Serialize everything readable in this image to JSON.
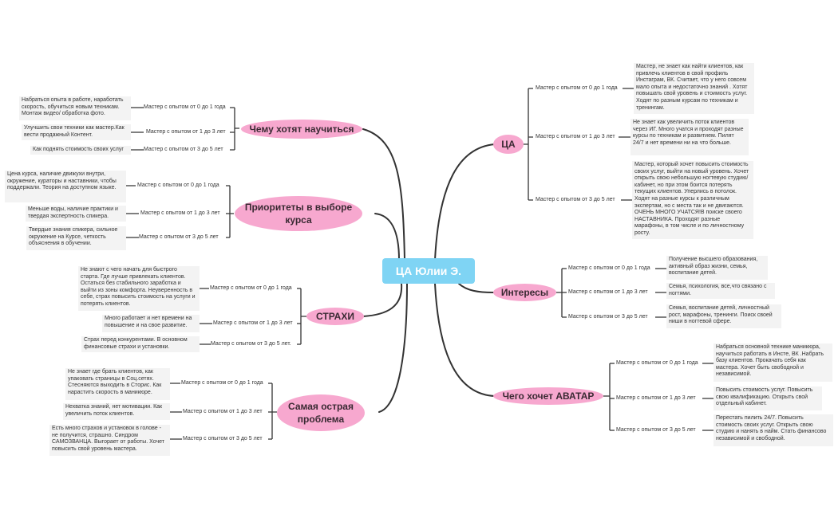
{
  "center": {
    "label": "ЦА Юлии Э."
  },
  "left": [
    {
      "title": "Чему хотят научиться",
      "items": [
        {
          "label": "Мастер с опытом от 0 до 1 года",
          "text": "Набраться опыта в работе, наработать скорость, обучиться новым техникам. Монтаж видео/ обработка фото."
        },
        {
          "label": "Мастер с опытом от 1 до 3 лет",
          "text": "Улучшить свои техники как мастер.Как вести продажный Контент."
        },
        {
          "label": "Мастер с опытом от 3 до 5 лет",
          "text": "Как поднять стоимость своих услуг"
        }
      ]
    },
    {
      "title": "Приоритеты в выборе курса",
      "items": [
        {
          "label": "Мастер с опытом от 0 до 1 года",
          "text": "Цена курса, наличие движухи внутри, окружение, кураторы и наставники, чтобы поддержали. Теория на доступном языке."
        },
        {
          "label": "Мастер с опытом от 1 до 3 лет",
          "text": "Меньше воды, наличие практики и твердая экспертность спикера."
        },
        {
          "label": "Мастер с опытом от 3 до 5 лет",
          "text": "Твердые знания спикера, сильное окружение на Курсе, четкость объяснения в обучении."
        }
      ]
    },
    {
      "title": "СТРАХИ",
      "items": [
        {
          "label": "Мастер с опытом от 0 до 1 года",
          "text": "Не знают с чего начать для быстрого старта. Где лучше привлекать клиентов. Остаться без стабильного заработка и выйти из зоны комфорта. Неуверенность в себе, страх повысить стоимость на услуги и потерять клиентов."
        },
        {
          "label": "Мастер с опытом от 1 до 3 лет",
          "text": "Много работает и нет времени на повышение и на свое развитие."
        },
        {
          "label": "Мастер с опытом от 3 до 5 лет.",
          "text": "Страх перед конкурентами. В основном финансовые страхи и установки."
        }
      ]
    },
    {
      "title": "Самая острая проблема",
      "items": [
        {
          "label": "Мастер с опытом от 0 до 1 года",
          "text": "Не знает где брать клиентов, как упаковать страницы в Соц.сетях. Стесняются выходить в Сторис. Как нарастить скорость в маникюре."
        },
        {
          "label": "Мастер с опытом от 1  до 3 лет",
          "text": "Нехватка знаний, нет мотивации. Как увеличить поток клиентов."
        },
        {
          "label": "Мастер с опытом от 3 до 5 лет",
          "text": "Есть много страхов и установок в голове - не получится, страшно. Синдром САМОЗВАНЦА. Выгорает от работы. Хочет повысить свой уровень мастера."
        }
      ]
    }
  ],
  "right": [
    {
      "title": "ЦА",
      "items": [
        {
          "label": "Мастер с опытом от 0 до 1 года",
          "text": "Мастер, не знает как найти клиентов, как привлечь клиентов в свой профиль Инстаграм, ВК. Считает, что у него совсем мало опыта и недостаточно знаний . Хотят повышать свой уровень и стоимость услуг. Ходят по разным курсам по техникам и тренингам."
        },
        {
          "label": "Мастер с опытом от 1 до 3 лет",
          "text": "Не знает как увеличить поток клиентов через ИГ. Много учатся и проходят разные курсы по техникам и развитием. Пилят 24/7 и нет времени ни на что больше."
        },
        {
          "label": "Мастер с опытом от 3 до 5 лет",
          "text": "Мастер, который хочет повысить стоимость своих услуг, выйти на новый уровень. Хочет открыть свою небольшую ногтевую студию/ кабинет, но при этом боится потерять текущих клиентов. Уперлись в потолок. Ходят на разные курсы к различным экспертам, но с места так и не двигаются. ОЧЕНЬ МНОГО УЧАТСЯ!В поиске своего НАСТАВНИКА. Проходят разные марафоны, в том числе и по личностному росту."
        }
      ]
    },
    {
      "title": "Интересы",
      "items": [
        {
          "label": "Мастер с опытом от 0 до 1 года",
          "text": "Получение высшего образования, активный образ жизни, семья, воспитание детей."
        },
        {
          "label": "Мастер с опытом от 1  до 3 лет",
          "text": "Семья, психология, все,что связано с ногтями."
        },
        {
          "label": "Мастер с опытом от 3 до 5 лет",
          "text": "Семья, воспитание детей, личностный рост, марафоны, тренинги. Поиск своей ниши в ногтевой сфере."
        }
      ]
    },
    {
      "title": "Чего хочет АВАТАР",
      "items": [
        {
          "label": "Мастер с опытом от 0 до 1 года",
          "text": "Набраться основной технике маникюра, научиться работать в Инсте, ВК .Набрать базу клиентов. Прокачать себя как мастера. Хочет быть свободной и независимой."
        },
        {
          "label": "Мастер с опытом от 1  до 3 лет",
          "text": "Повысить стоимость услуг. Повысить свою квалификацию. Открыть свой отдельный кабинет."
        },
        {
          "label": "Мастер с опытом от 3 до 5 лет",
          "text": "Перестать пилить 24/7. Повысить стоимость своих услуг. Открыть свою студию и нанять в найм. Стать финансово независимой и свободной."
        }
      ]
    }
  ],
  "colors": {
    "center": "#7fd4f4",
    "topic": "#f7a8cf",
    "line": "#333333",
    "leaf_bg": "#f3f3f3"
  }
}
